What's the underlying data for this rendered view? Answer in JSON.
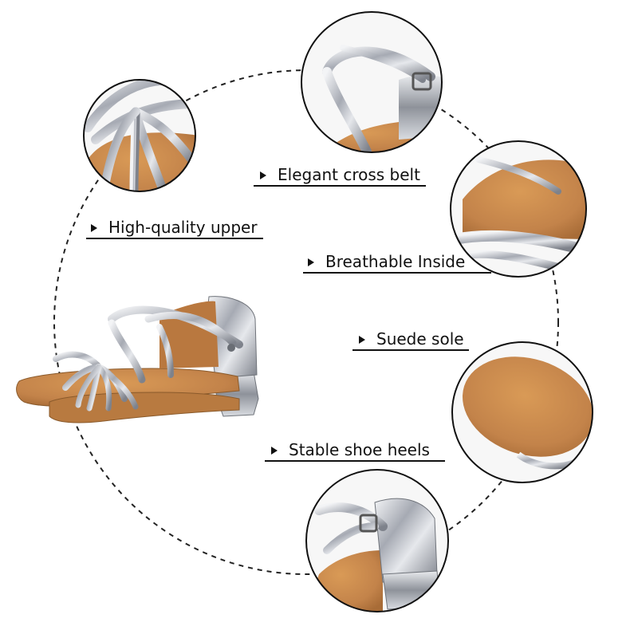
{
  "features": {
    "upper": "High-quality upper",
    "cross_belt": "Elegant cross belt",
    "breathable": "Breathable Inside",
    "suede": "Suede sole",
    "heels": "Stable shoe heels"
  },
  "colors": {
    "suede_brown": "#c98a4a",
    "silver": "#c9ccd2",
    "text": "#111111"
  }
}
